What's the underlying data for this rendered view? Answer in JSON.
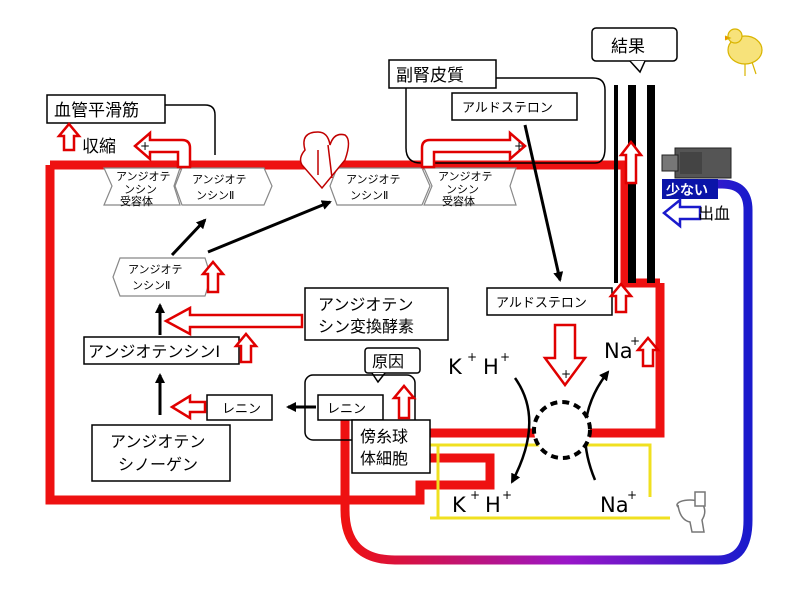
{
  "labels": {
    "smooth_muscle": "血管平滑筋",
    "contraction": "収縮",
    "cortex": "副腎皮質",
    "aldosterone_top": "アルドステロン",
    "result": "結果",
    "receptor_left_1": "アンジオテ",
    "receptor_left_2": "ンシン",
    "receptor_left_3": "受容体",
    "ang2_left_1": "アンジオテ",
    "ang2_left_2": "ンシンⅡ",
    "ang2_mid_1": "アンジオテ",
    "ang2_mid_2": "ンシンⅡ",
    "receptor_right_1": "アンジオテ",
    "receptor_right_2": "ンシン",
    "receptor_right_3": "受容体",
    "few": "少ない",
    "bleeding": "出血",
    "ang2_hex_1": "アンジオテ",
    "ang2_hex_2": "ンシンⅡ",
    "aldosterone_mid": "アルドステロン",
    "ace_1": "アンジオテン",
    "ace_2": "シン変換酵素",
    "ang1": "アンジオテンシンⅠ",
    "cause": "原因",
    "renin_left": "レニン",
    "renin_right": "レニン",
    "k_top": "K",
    "h_top": "H",
    "na_top": "Na",
    "jg_1": "傍糸球",
    "jg_2": "体細胞",
    "angiotensinogen_1": "アンジオテン",
    "angiotensinogen_2": "シノーゲン",
    "k_bottom": "K",
    "h_bottom": "H",
    "na_bottom": "Na",
    "plus": "+"
  },
  "colors": {
    "vessel_red": "#ee1111",
    "vessel_blue": "#1a1acc",
    "vessel_purple": "#9a16c8",
    "urine_yellow": "#f0e020",
    "arrow_outline": "#e00000",
    "few_bg": "#0a14a8"
  }
}
